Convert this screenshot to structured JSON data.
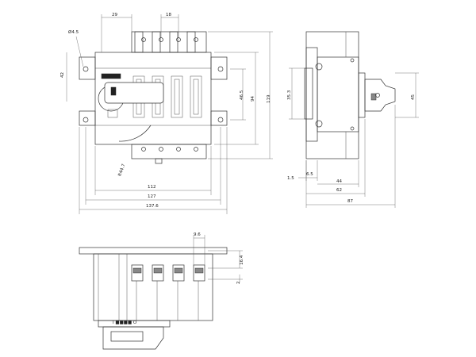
{
  "front_view": {
    "dims": {
      "top_left": "29",
      "top_pitch": "18",
      "hole": "Ø4.5",
      "left_height": "42",
      "inner_height": "46.5",
      "mid_height": "94",
      "total_height": "119",
      "radius": "R44.7",
      "width_inner": "112",
      "width_mid": "127",
      "width_total": "137.6"
    }
  },
  "side_view": {
    "dims": {
      "left_height": "35.3",
      "right_height": "45",
      "offset_small": "1.5",
      "offset_mid": "6.5",
      "depth_inner": "44",
      "depth_mid": "62",
      "depth_total": "87"
    }
  },
  "bottom_view": {
    "dims": {
      "pitch": "9.6",
      "height": "16.4",
      "small": "2"
    }
  },
  "handle_label": "I ■■■■ O"
}
